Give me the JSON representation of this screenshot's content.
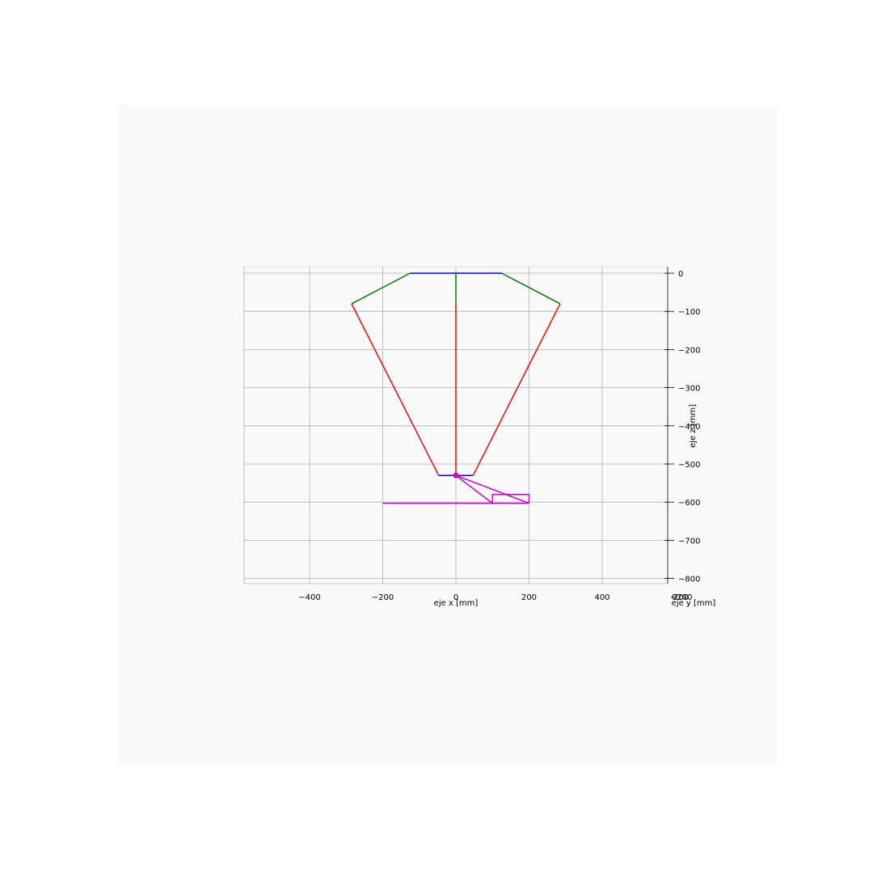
{
  "chart_data": {
    "type": "line",
    "projection": "3d-orthographic-xz-view",
    "xlabel": "eje x [mm]",
    "ylabel": "eje y [mm]",
    "zlabel": "eje z [mm]",
    "xlim": [
      -580,
      580
    ],
    "zlim": [
      -815,
      15
    ],
    "x_ticks": [
      -400,
      -200,
      0,
      200,
      400
    ],
    "x_tick_labels": [
      "−400",
      "−200",
      "0",
      "200",
      "400"
    ],
    "z_ticks": [
      0,
      -100,
      -200,
      -300,
      -400,
      -500,
      -600,
      -700,
      -800
    ],
    "z_tick_labels": [
      "0",
      "−100",
      "−200",
      "−300",
      "−400",
      "−500",
      "−600",
      "−700",
      "−800"
    ],
    "y_tick_labels_overlapping": [
      "−200",
      "0",
      "200"
    ],
    "grid": true,
    "series": [
      {
        "color": "#0000ff",
        "points": [
          [
            -125,
            0
          ],
          [
            125,
            0
          ]
        ]
      },
      {
        "color": "#008000",
        "points": [
          [
            -125,
            0
          ],
          [
            -285,
            -80
          ]
        ]
      },
      {
        "color": "#008000",
        "points": [
          [
            125,
            0
          ],
          [
            285,
            -80
          ]
        ]
      },
      {
        "color": "#008000",
        "points": [
          [
            0,
            0
          ],
          [
            0,
            -80
          ]
        ]
      },
      {
        "color": "#ff0000",
        "points": [
          [
            -285,
            -80
          ],
          [
            -47,
            -530
          ]
        ]
      },
      {
        "color": "#ff0000",
        "points": [
          [
            285,
            -80
          ],
          [
            47,
            -530
          ]
        ]
      },
      {
        "color": "#ff0000",
        "points": [
          [
            0,
            -80
          ],
          [
            0,
            -530
          ]
        ]
      },
      {
        "color": "#0000ff",
        "points": [
          [
            -47,
            -530
          ],
          [
            47,
            -530
          ]
        ]
      },
      {
        "color": "#cc00cc",
        "points": [
          [
            0,
            -530
          ],
          [
            200,
            -603
          ]
        ]
      },
      {
        "color": "#cc00cc",
        "points": [
          [
            0,
            -530
          ],
          [
            100,
            -603
          ]
        ]
      },
      {
        "color": "#cc00cc",
        "points": [
          [
            -200,
            -603
          ],
          [
            200,
            -603
          ]
        ]
      },
      {
        "color": "#cc00cc",
        "points": [
          [
            100,
            -603
          ],
          [
            100,
            -580
          ],
          [
            200,
            -580
          ],
          [
            200,
            -603
          ]
        ]
      }
    ],
    "markers": [
      {
        "color": "#cc00cc",
        "x": 0,
        "z": -530
      }
    ]
  }
}
